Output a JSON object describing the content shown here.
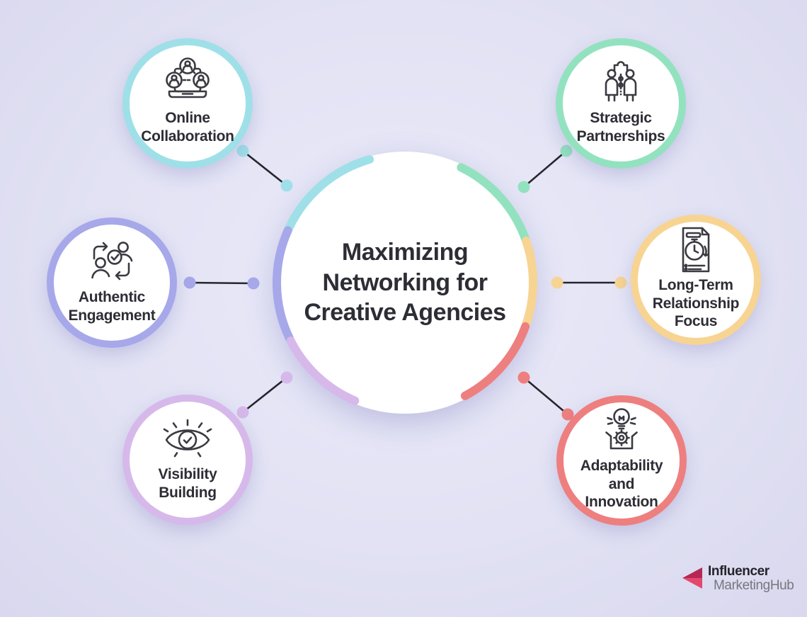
{
  "title": "Maximizing\nNetworking for\nCreative Agencies",
  "nodes": [
    {
      "id": "online-collaboration",
      "label": "Online\nCollaboration",
      "color": "#9fe0e8",
      "icon": "laptop-users-icon"
    },
    {
      "id": "strategic-partnerships",
      "label": "Strategic\nPartnerships",
      "color": "#93e2bf",
      "icon": "partnership-puzzle-icon"
    },
    {
      "id": "authentic-engagement",
      "label": "Authentic\nEngagement",
      "color": "#a7a8ea",
      "icon": "people-check-icon"
    },
    {
      "id": "long-term-relationship-focus",
      "label": "Long-Term\nRelationship\nFocus",
      "color": "#f7d492",
      "icon": "document-clock-icon"
    },
    {
      "id": "visibility-building",
      "label": "Visibility\nBuilding",
      "color": "#d6b9ea",
      "icon": "eye-check-icon"
    },
    {
      "id": "adaptability-and-innovation",
      "label": "Adaptability\nand\nInnovation",
      "color": "#ee7f7f",
      "icon": "bulb-gear-icon"
    }
  ],
  "colors": {
    "background": "#e2e2f4",
    "text": "#2d2d35",
    "connector_line": "#26262e",
    "center_fill": "#ffffff"
  },
  "logo": {
    "line1": "Influencer",
    "line2": "MarketingHub",
    "line1_color": "#23232b",
    "line2_color": "#77777f",
    "arrow_dark": "#b72753",
    "arrow_light": "#e4486f"
  }
}
